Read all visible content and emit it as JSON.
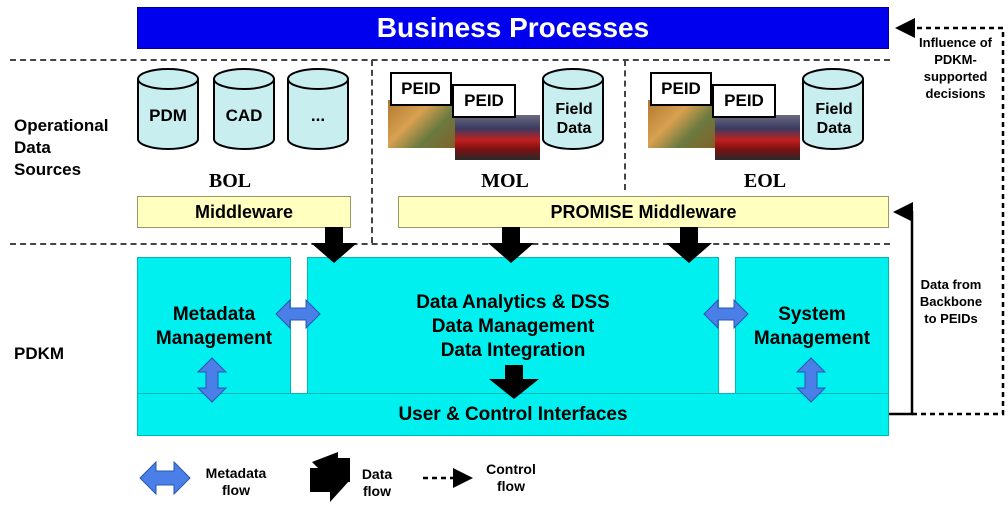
{
  "header": {
    "title": "Business Processes"
  },
  "layers": {
    "operational": "Operational\nData\nSources",
    "pdkm": "PDKM"
  },
  "bol": {
    "label": "BOL",
    "sources": [
      "PDM",
      "CAD",
      "..."
    ],
    "middleware": "Middleware"
  },
  "mol": {
    "label": "MOL",
    "peid": [
      "PEID",
      "PEID"
    ],
    "field_data": "Field\nData"
  },
  "eol": {
    "label": "EOL",
    "peid": [
      "PEID",
      "PEID"
    ],
    "field_data": "Field\nData"
  },
  "promise_middleware": "PROMISE Middleware",
  "pdkm": {
    "metadata": "Metadata\nManagement",
    "core": "Data Analytics & DSS\nData Management\nData Integration",
    "system": "System\nManagement",
    "ui": "User & Control Interfaces"
  },
  "right": {
    "influence": "Influence of\nPDKM-\nsupported\ndecisions",
    "backbone": "Data from\nBackbone\nto PEIDs"
  },
  "legend": {
    "metadata_flow": "Metadata\nflow",
    "data_flow": "Data\nflow",
    "control_flow": "Control\nflow"
  },
  "colors": {
    "business_blue": "#0000ee",
    "middleware_yellow": "#ffffc0",
    "pdkm_cyan": "#00f0f0",
    "metadata_arrow": "#4a7fe8",
    "data_arrow": "#000000"
  }
}
